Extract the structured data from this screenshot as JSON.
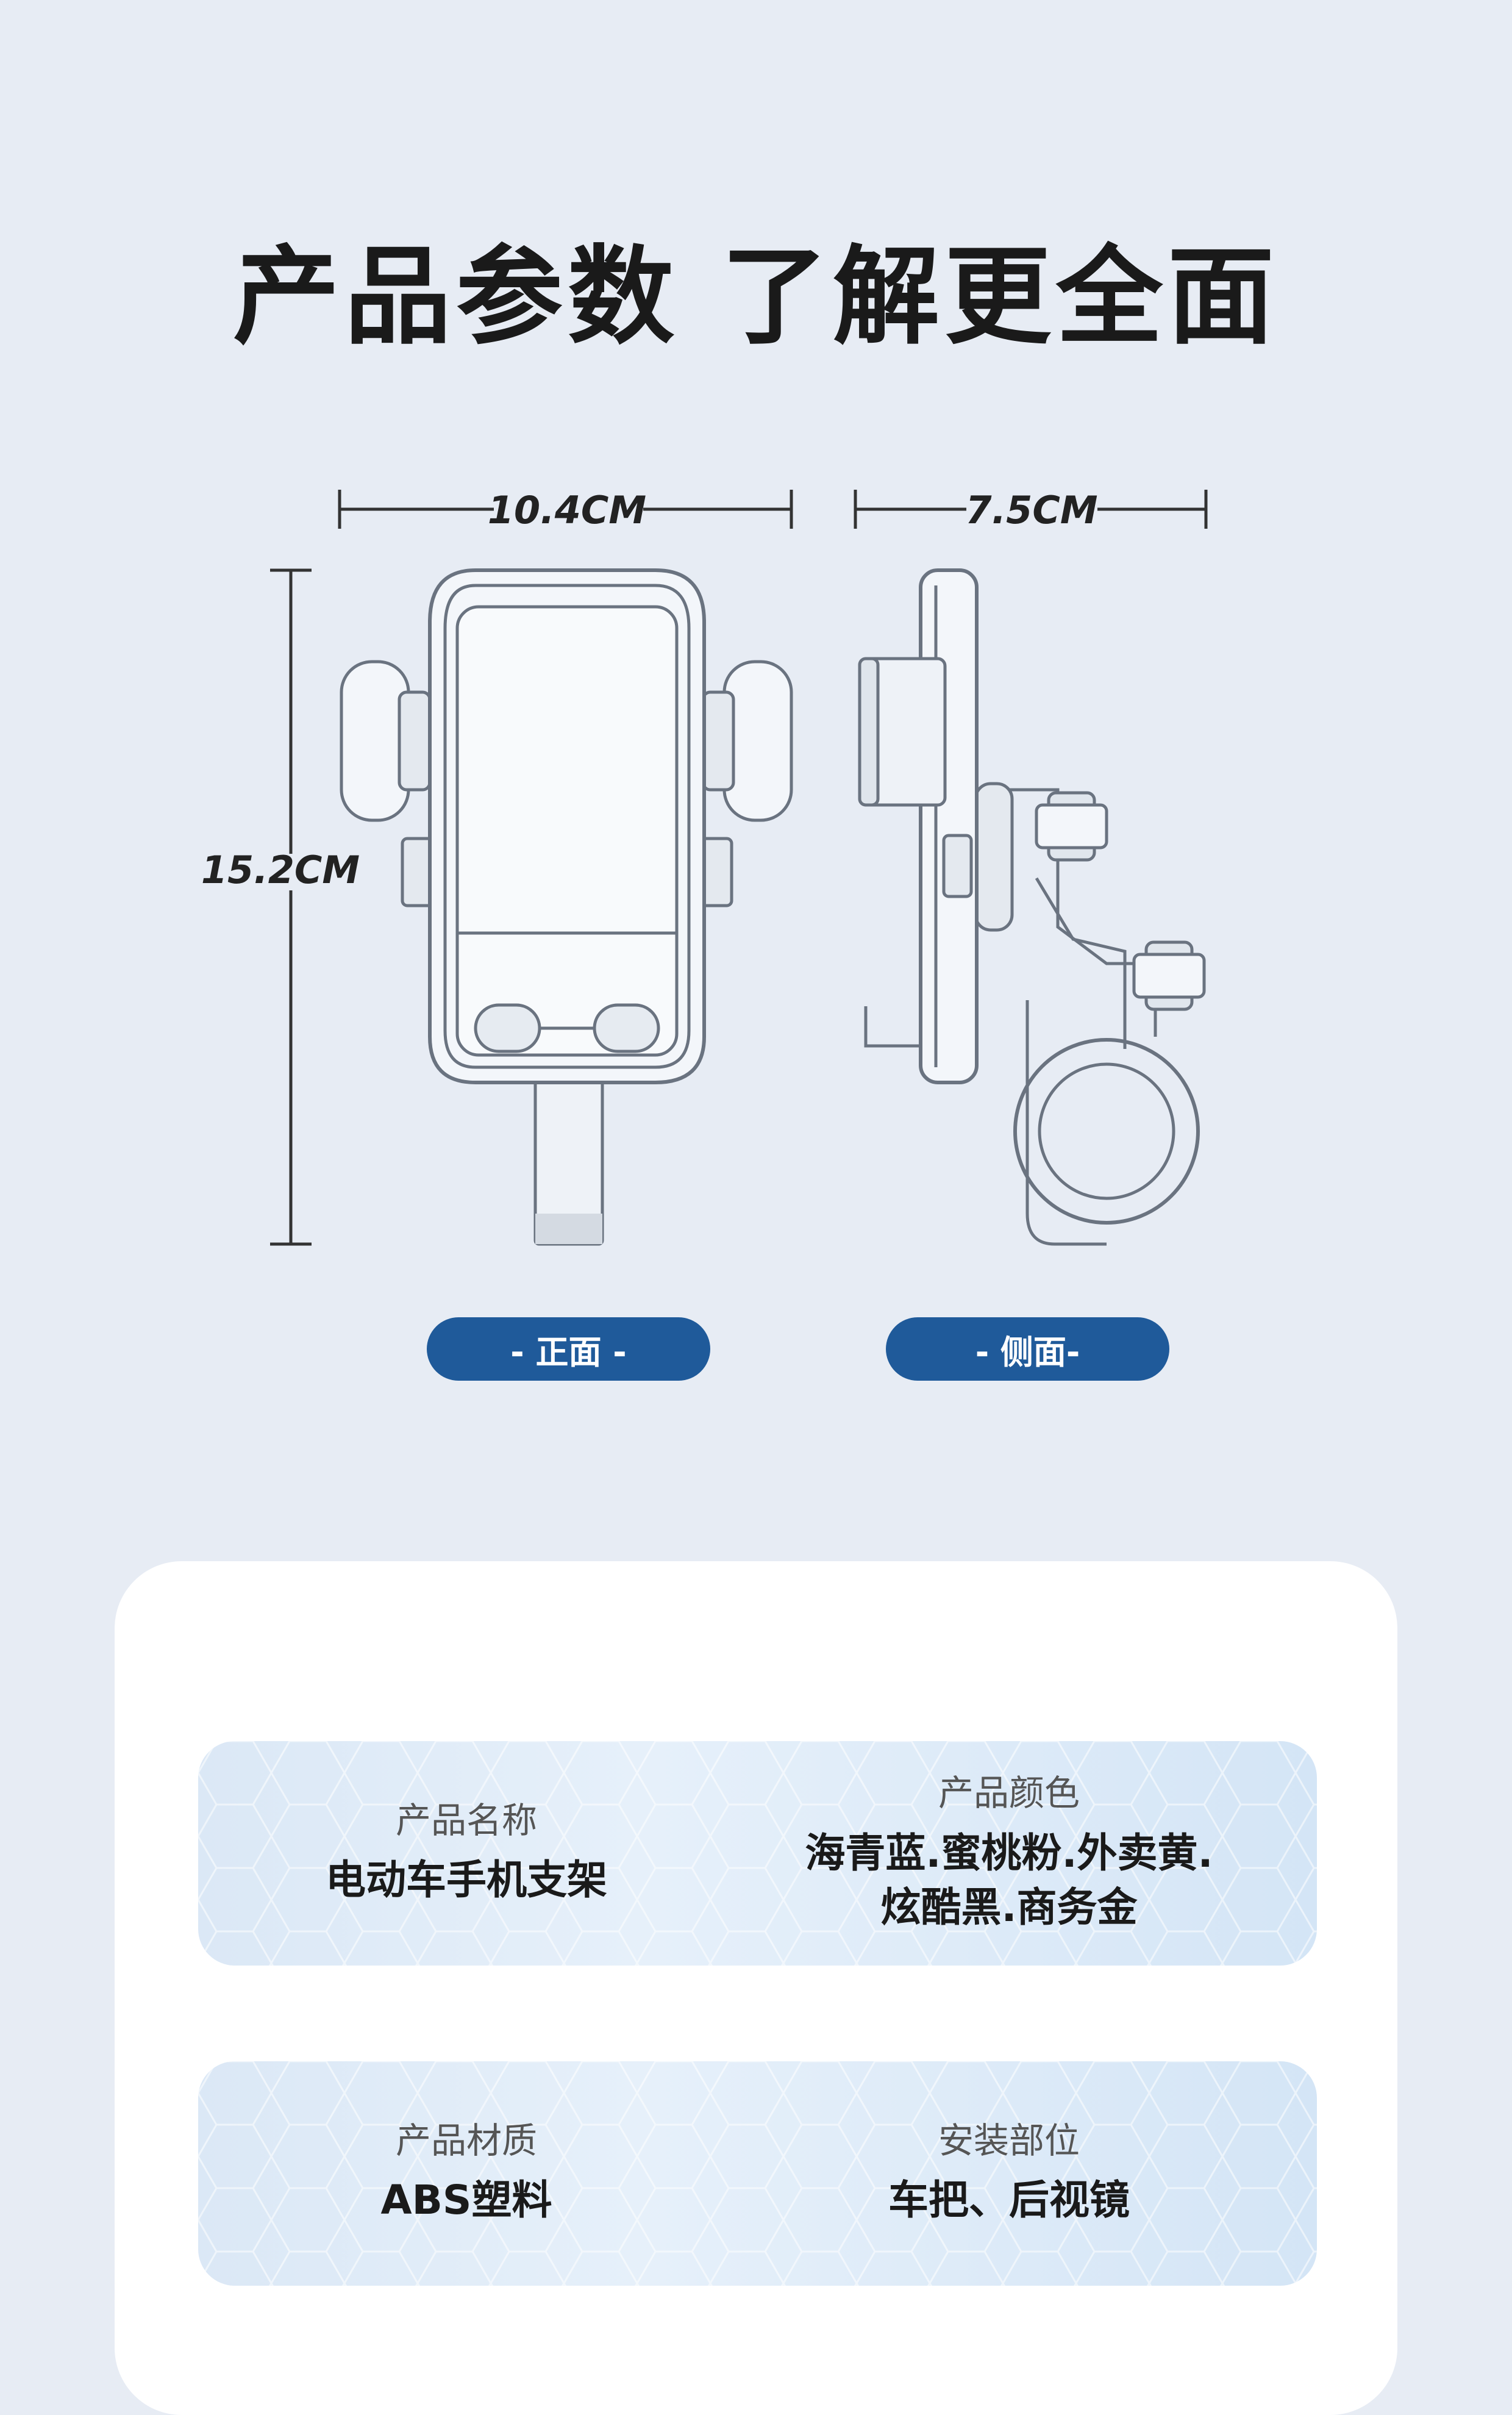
{
  "title": "产品参数  了解更全面",
  "dimensions": {
    "front_width": "10.4CM",
    "side_width": "7.5CM",
    "height": "15.2CM"
  },
  "views": {
    "front_label": "- 正面 -",
    "side_label": "- 侧面-"
  },
  "specs": [
    {
      "label": "产品名称",
      "value": "电动车手机支架"
    },
    {
      "label": "产品颜色",
      "value": "海青蓝.蜜桃粉.外卖黄.\n炫酷黑.商务金"
    },
    {
      "label": "产品材质",
      "value": "ABS塑料"
    },
    {
      "label": "安装部位",
      "value": "车把、后视镜"
    }
  ],
  "colors": {
    "background": "#e7ecf4",
    "accent": "#1f5a9a",
    "card": "#ffffff"
  }
}
